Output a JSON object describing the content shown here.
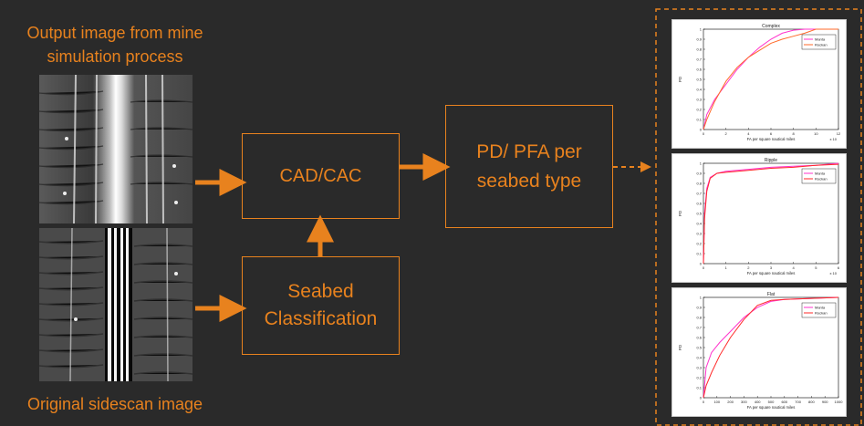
{
  "labels": {
    "output_title": "Output image from mine simulation process",
    "output_line1": "Output image from mine",
    "output_line2": "simulation process",
    "original": "Original sidescan image"
  },
  "boxes": {
    "cad": "CAD/CAC",
    "pd_line1": "PD/ PFA per",
    "pd_line2": "seabed type",
    "seabed_line1": "Seabed",
    "seabed_line2": "Classification"
  },
  "colors": {
    "accent": "#e8821e",
    "background": "#2a2a2a",
    "magenta": "#ff33cc",
    "red": "#ff2a2a"
  },
  "chart_data": [
    {
      "type": "line",
      "title": "Complex",
      "xlabel": "FA per square nautical miles",
      "ylabel": "PD",
      "x_exponent_label": "x 10",
      "xlim": [
        0,
        12
      ],
      "ylim": [
        0,
        1
      ],
      "xticks": [
        "0",
        "2",
        "4",
        "6",
        "8",
        "10",
        "12"
      ],
      "yticks": [
        "0",
        "0.1",
        "0.2",
        "0.3",
        "0.4",
        "0.5",
        "0.6",
        "0.7",
        "0.8",
        "0.9",
        "1"
      ],
      "legend": "top-right",
      "series": [
        {
          "name": "Manta",
          "color": "#ff33cc",
          "x": [
            0,
            0.3,
            1,
            2,
            3,
            4,
            5,
            6,
            7,
            8,
            9,
            10,
            12
          ],
          "y": [
            0,
            0.15,
            0.3,
            0.45,
            0.6,
            0.72,
            0.82,
            0.9,
            0.96,
            0.99,
            1,
            1,
            1
          ]
        },
        {
          "name": "Rockan",
          "color": "#ff6a2a",
          "x": [
            0,
            0.3,
            1,
            2,
            3,
            4,
            5,
            6,
            7,
            8,
            9,
            10,
            12
          ],
          "y": [
            0,
            0.1,
            0.28,
            0.48,
            0.62,
            0.72,
            0.79,
            0.86,
            0.9,
            0.93,
            0.96,
            1,
            1
          ]
        }
      ]
    },
    {
      "type": "line",
      "title": "Ripple",
      "xlabel": "FA per square nautical miles",
      "ylabel": "PD",
      "x_exponent_label": "x 10",
      "xlim": [
        0,
        6
      ],
      "ylim": [
        0,
        1
      ],
      "xticks": [
        "0",
        "1",
        "2",
        "3",
        "4",
        "5",
        "6"
      ],
      "yticks": [
        "0",
        "0.1",
        "0.2",
        "0.3",
        "0.4",
        "0.5",
        "0.6",
        "0.7",
        "0.8",
        "0.9",
        "1"
      ],
      "legend": "top-right",
      "series": [
        {
          "name": "Manta",
          "color": "#ff33cc",
          "x": [
            0,
            0.05,
            0.15,
            0.3,
            0.6,
            1,
            2,
            3,
            4,
            5,
            6
          ],
          "y": [
            0,
            0.5,
            0.75,
            0.86,
            0.9,
            0.92,
            0.94,
            0.96,
            0.97,
            0.98,
            1
          ]
        },
        {
          "name": "Rockan",
          "color": "#ff2a2a",
          "x": [
            0,
            0.05,
            0.15,
            0.3,
            0.6,
            1,
            2,
            3,
            4,
            5,
            6
          ],
          "y": [
            0,
            0.45,
            0.72,
            0.85,
            0.9,
            0.91,
            0.93,
            0.95,
            0.96,
            0.98,
            0.99
          ]
        }
      ]
    },
    {
      "type": "line",
      "title": "Flat",
      "xlabel": "FA per square nautical miles",
      "ylabel": "PD",
      "xlim": [
        0,
        1000
      ],
      "ylim": [
        0,
        1
      ],
      "xticks": [
        "0",
        "100",
        "200",
        "300",
        "400",
        "500",
        "600",
        "700",
        "800",
        "900",
        "1000"
      ],
      "yticks": [
        "0",
        "0.1",
        "0.2",
        "0.3",
        "0.4",
        "0.5",
        "0.6",
        "0.7",
        "0.8",
        "0.9",
        "1"
      ],
      "legend": "top-right",
      "series": [
        {
          "name": "Manta",
          "color": "#ff33cc",
          "x": [
            0,
            20,
            60,
            120,
            200,
            300,
            400,
            500,
            600,
            800,
            1000
          ],
          "y": [
            0,
            0.3,
            0.45,
            0.55,
            0.66,
            0.8,
            0.9,
            0.96,
            0.98,
            0.99,
            1
          ]
        },
        {
          "name": "Rockan",
          "color": "#ff2a2a",
          "x": [
            0,
            20,
            60,
            120,
            200,
            300,
            400,
            500,
            600,
            800,
            1000
          ],
          "y": [
            0,
            0.12,
            0.25,
            0.42,
            0.6,
            0.78,
            0.92,
            0.97,
            0.98,
            0.99,
            1
          ]
        }
      ]
    }
  ]
}
